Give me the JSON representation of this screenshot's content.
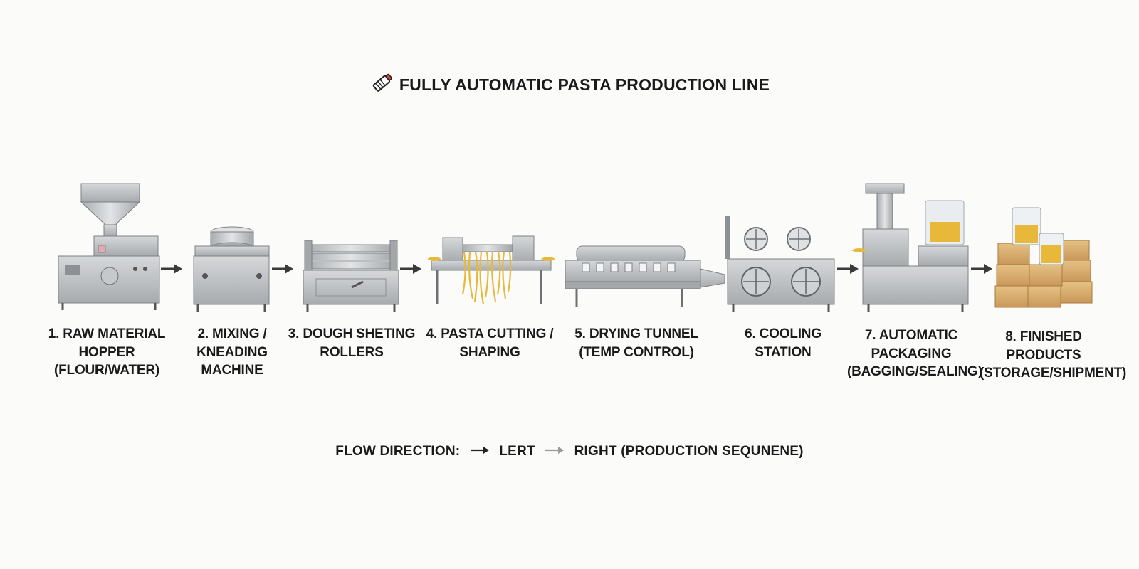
{
  "title": "FULLY AUTOMATIC PASTA PRODUCTION LINE",
  "stages": [
    {
      "number": "1.",
      "lines": [
        "RAW MATERIAL",
        "HOPPER",
        "(FLOUR/WATER)"
      ]
    },
    {
      "number": "2.",
      "lines": [
        "MIXING /",
        "KNEADING",
        "MACHINE"
      ]
    },
    {
      "number": "3.",
      "lines": [
        "DOUGH SHETING",
        "ROLLERS"
      ]
    },
    {
      "number": "4.",
      "lines": [
        "PASTA CUTTING /",
        "SHAPING"
      ]
    },
    {
      "number": "5.",
      "lines": [
        "DRYING TUNNEL",
        "(TEMP CONTROL)"
      ]
    },
    {
      "number": "6.",
      "lines": [
        "COOLING",
        "STATION"
      ]
    },
    {
      "number": "7.",
      "lines": [
        "AUTOMATIC",
        "PACKAGING",
        "(BAGGING/SEALING)"
      ]
    },
    {
      "number": "8.",
      "lines": [
        "FINISHED",
        "PRODUCTS",
        "(STORAGE/SHIPMENT)"
      ]
    }
  ],
  "flow": {
    "prefix": "FLOW DIRECTION:",
    "left": "LERT",
    "right": "RIGHT (PRODUCTION SEQUNENE)"
  },
  "colors": {
    "steel": "#b9bcbf",
    "steel_dark": "#6d7175",
    "pasta": "#e8b83a",
    "carton": "#d9b06a",
    "arrow": "#3a3a3a",
    "arrow_light": "#9a9a9a",
    "accent": "#d9473a"
  }
}
